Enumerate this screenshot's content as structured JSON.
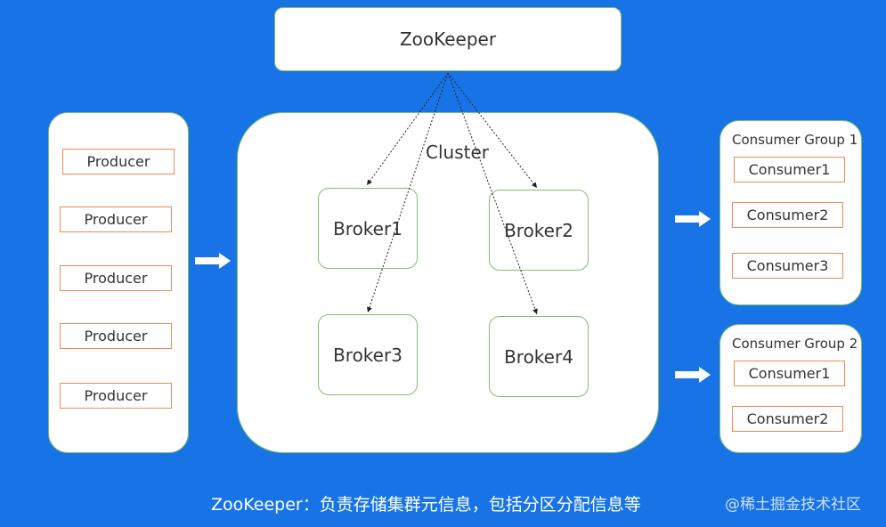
{
  "zookeeper": {
    "label": "ZooKeeper"
  },
  "producers": [
    "Producer",
    "Producer",
    "Producer",
    "Producer",
    "Producer"
  ],
  "cluster": {
    "label": "Cluster",
    "brokers": [
      "Broker1",
      "Broker2",
      "Broker3",
      "Broker4"
    ]
  },
  "consumer_groups": [
    {
      "title": "Consumer Group 1",
      "consumers": [
        "Consumer1",
        "Consumer2",
        "Consumer3"
      ]
    },
    {
      "title": "Consumer Group 2",
      "consumers": [
        "Consumer1",
        "Consumer2"
      ]
    }
  ],
  "caption": "ZooKeeper：负责存储集群元信息，包括分区分配信息等",
  "watermark": "@稀土掘金技术社区",
  "colors": {
    "background": "#1874e6",
    "panel_border": "#7fbf6a",
    "box_border": "#ec8a55"
  }
}
